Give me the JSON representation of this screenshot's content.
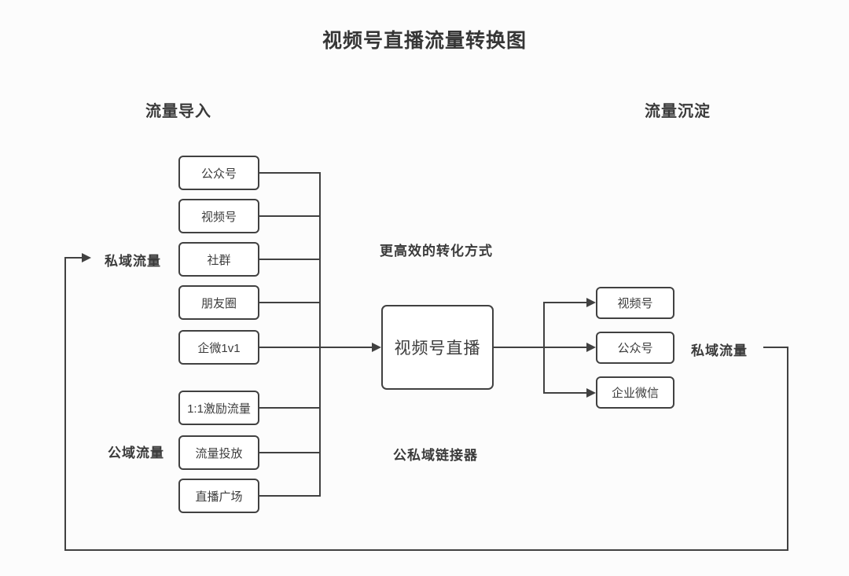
{
  "title": "视频号直播流量转换图",
  "headers": {
    "left": "流量导入",
    "right": "流量沉淀"
  },
  "labels": {
    "private_left": "私域流量",
    "public_left": "公域流量",
    "private_right": "私域流量",
    "annotation_top": "更高效的转化方式",
    "annotation_bottom": "公私域链接器"
  },
  "left_nodes": [
    {
      "label": "公众号"
    },
    {
      "label": "视频号"
    },
    {
      "label": "社群"
    },
    {
      "label": "朋友圈"
    },
    {
      "label": "企微1v1"
    },
    {
      "label": "1:1激励流量"
    },
    {
      "label": "流量投放"
    },
    {
      "label": "直播广场"
    }
  ],
  "center_node": {
    "label": "视频号直播"
  },
  "right_nodes": [
    {
      "label": "视频号"
    },
    {
      "label": "公众号"
    },
    {
      "label": "企业微信"
    }
  ],
  "colors": {
    "line": "#414141",
    "text": "#3c3c3c",
    "node_fill": "#ffffff",
    "background": "#fcfcfc"
  }
}
